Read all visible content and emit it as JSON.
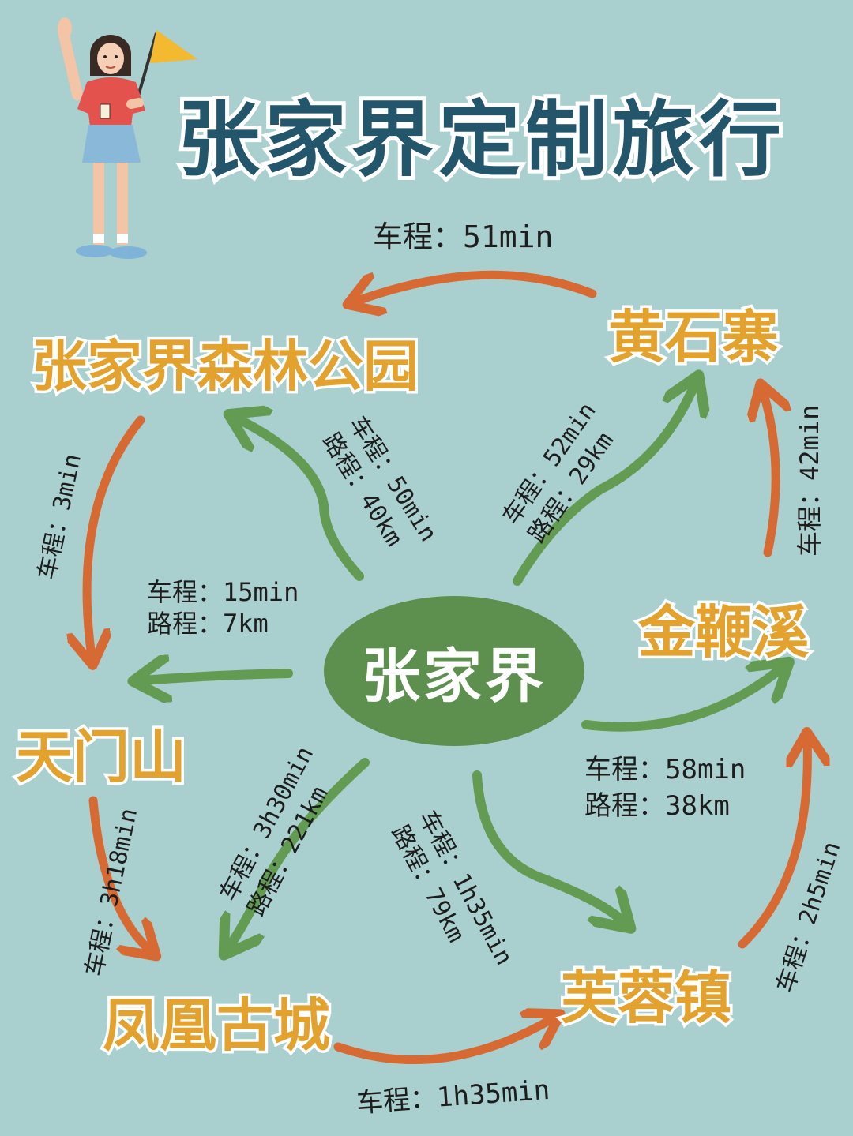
{
  "title": "张家界定制旅行",
  "center": "张家界",
  "places": {
    "forest_park": "张家界森林公园",
    "huangshizhai": "黄石寨",
    "jinbianxi": "金鞭溪",
    "tianmenshan": "天门山",
    "fenghuang": "凤凰古城",
    "furongzhen": "芙蓉镇"
  },
  "routes": {
    "huangshizhai_to_forest": "车程：51min",
    "forest_to_tianmen": "车程：3min",
    "jinbian_to_huangshi": "车程：42min",
    "tianmen_to_fenghuang": "车程：3h18min",
    "furong_to_jinbian": "车程：2h5min",
    "fenghuang_to_furong": "车程：1h35min",
    "center_to_forest": {
      "drive": "车程：50min",
      "distance": "路程：40km"
    },
    "center_to_huangshi": {
      "drive": "车程：52min",
      "distance": "路程：29km"
    },
    "center_to_tianmen": {
      "drive": "车程：15min",
      "distance": "路程：7km"
    },
    "center_to_jinbian": {
      "drive": "车程：58min",
      "distance": "路程：38km"
    },
    "center_to_fenghuang": {
      "drive": "车程：3h30min",
      "distance": "路程：221km"
    },
    "center_to_furong": {
      "drive": "车程：1h35min",
      "distance": "路程：79km"
    }
  },
  "colors": {
    "background": "#a9cfcf",
    "title": "#23566b",
    "place": "#e3a12d",
    "green_arrow": "#639b52",
    "orange_arrow": "#d66a32",
    "center": "#5d8f4f"
  },
  "icons": {
    "mascot": "tour-guide-girl-with-flag-illustration"
  }
}
